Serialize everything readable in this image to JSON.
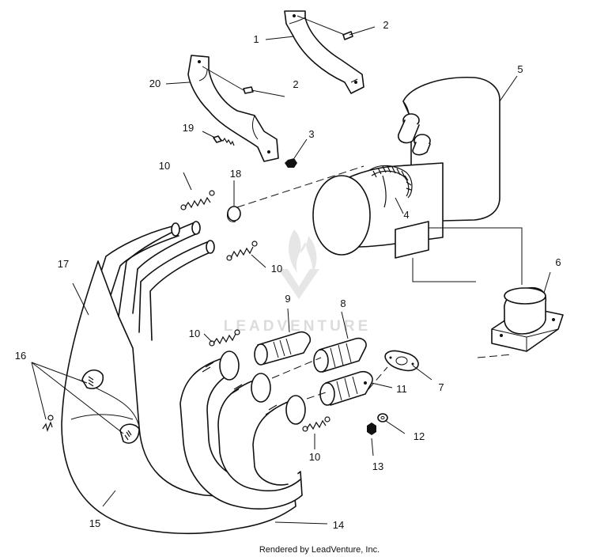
{
  "callouts": {
    "c1": "1",
    "c2a": "2",
    "c2b": "2",
    "c3": "3",
    "c4": "4",
    "c5": "5",
    "c6": "6",
    "c7": "7",
    "c8": "8",
    "c9": "9",
    "c10a": "10",
    "c10b": "10",
    "c10c": "10",
    "c10d": "10",
    "c11": "11",
    "c12": "12",
    "c13": "13",
    "c14": "14",
    "c15": "15",
    "c16": "16",
    "c17": "17",
    "c18": "18",
    "c19": "19",
    "c20": "20"
  },
  "watermark": "LEADVENTURE",
  "footer": "Rendered by LeadVenture, Inc."
}
